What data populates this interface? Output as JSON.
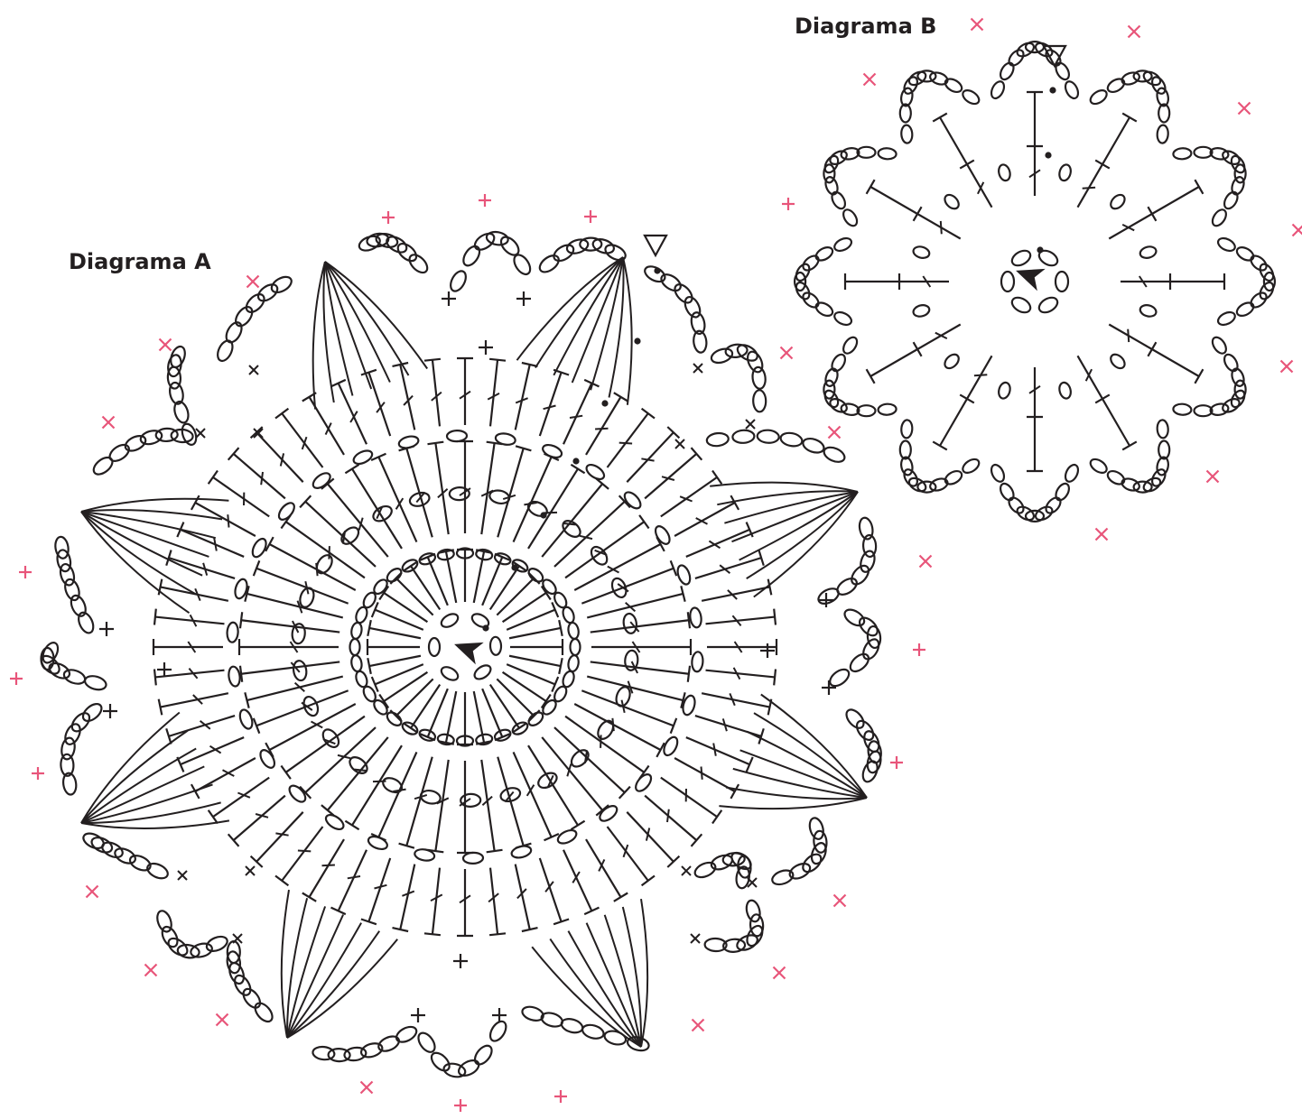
{
  "diagram_a": {
    "title": "Diagrama A"
  },
  "diagram_b": {
    "title": "Diagrama B"
  },
  "colors": {
    "ink": "#231f20",
    "join_mark": "#e8557a"
  },
  "symbols": {
    "chain": "oval-chain-stitch",
    "double_crochet": "t-stitch-icon",
    "single_crochet": "plus-stitch-icon",
    "slip_stitch": "dot-icon",
    "start": "start-arrow-icon",
    "end": "end-triangle-icon",
    "join_point": "pink-cross-icon"
  }
}
